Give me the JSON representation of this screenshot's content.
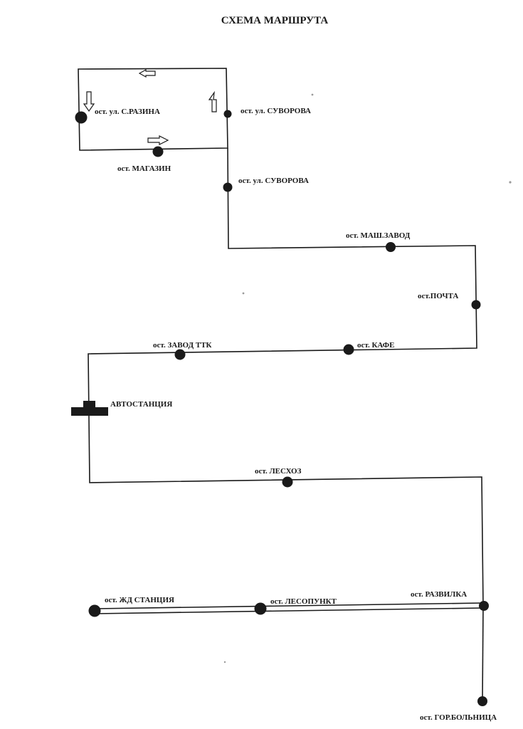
{
  "title": "СХЕМА МАРШРУТА",
  "stops": {
    "razina": "ост. ул. С.РАЗИНА",
    "suvorova_1": "ост. ул. СУВОРОВА",
    "magazin": "ост. МАГАЗИН",
    "suvorova_2": "ост. ул. СУВОРОВА",
    "mash_zavod": "ост. МАШ.ЗАВОД",
    "pochta": "ост.ПОЧТА",
    "zavod_ttk": "ост. ЗАВОД ТТК",
    "kafe": "ост. КАФЕ",
    "avtostantsiya": "АВТОСТАНЦИЯ",
    "leskhoz": "ост. ЛЕСХОЗ",
    "zhd_stantsiya": "ост. ЖД СТАНЦИЯ",
    "lesopunkt": "ост. ЛЕСОПУНКТ",
    "razvilka": "ост. РАЗВИЛКА",
    "gor_bolnitsa": "ост. ГОР.БОЛЬНИЦА"
  },
  "colors": {
    "line": "#1a1a1a",
    "arrow_fill": "#ffffff",
    "background": "#ffffff"
  }
}
